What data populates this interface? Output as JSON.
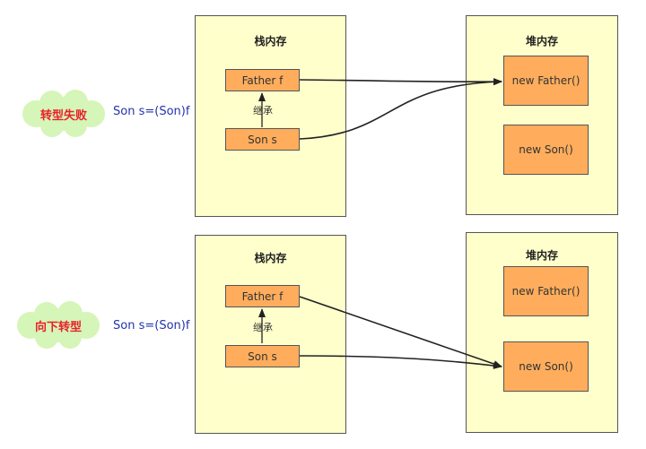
{
  "scenarios": [
    {
      "tag": "转型失败",
      "code": "Son s=(Son)f",
      "stack": {
        "title": "栈内存",
        "father": "Father f",
        "son": "Son s",
        "inherit": "继承"
      },
      "heap": {
        "title": "堆内存",
        "obj1": "new Father()",
        "obj2": "new Son()"
      }
    },
    {
      "tag": "向下转型",
      "code": "Son s=(Son)f",
      "stack": {
        "title": "栈内存",
        "father": "Father f",
        "son": "Son s",
        "inherit": "继承"
      },
      "heap": {
        "title": "堆内存",
        "obj1": "new Father()",
        "obj2": "new Son()"
      }
    }
  ],
  "colors": {
    "panel": "#ffffcc",
    "box": "#ffad5c",
    "cloud": "#d6f5b8",
    "tag": "#e8202a",
    "code": "#2233aa"
  }
}
